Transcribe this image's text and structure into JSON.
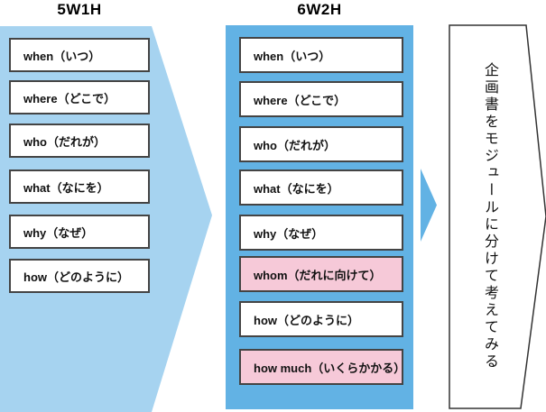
{
  "left_column": {
    "title": "5W1H",
    "items": [
      {
        "label": "when（いつ）"
      },
      {
        "label": "where（どこで）"
      },
      {
        "label": "who（だれが）"
      },
      {
        "label": "what（なにを）"
      },
      {
        "label": "why（なぜ）"
      },
      {
        "label": "how（どのように）"
      }
    ]
  },
  "middle_column": {
    "title": "6W2H",
    "items": [
      {
        "label": "when（いつ）",
        "highlighted": false
      },
      {
        "label": "where（どこで）",
        "highlighted": false
      },
      {
        "label": "who（だれが）",
        "highlighted": false
      },
      {
        "label": "what（なにを）",
        "highlighted": false
      },
      {
        "label": "why（なぜ）",
        "highlighted": false
      },
      {
        "label": "whom（だれに向けて）",
        "highlighted": true
      },
      {
        "label": "how（どのように）",
        "highlighted": false
      },
      {
        "label": "how much（いくらかかる）",
        "highlighted": true
      }
    ]
  },
  "right_note": {
    "text": "企画書をモジュールに分けて考えてみる"
  },
  "colors": {
    "arrow_light_blue": "#A6D3F0",
    "panel_blue": "#62B2E4",
    "highlight_pink": "#F6C9D8",
    "box_border": "#444444",
    "shape_border": "#333333"
  }
}
